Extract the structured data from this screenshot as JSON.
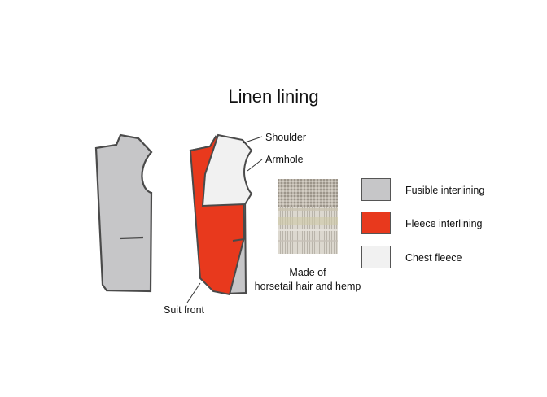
{
  "title": "Linen lining",
  "callouts": {
    "shoulder": "Shoulder",
    "armhole": "Armhole",
    "suit_front": "Suit front"
  },
  "sample_caption": {
    "line1": "Made of",
    "line2": "horsetail hair and hemp"
  },
  "legend": [
    {
      "label": "Fusible interlining",
      "color": "#c6c6c8"
    },
    {
      "label": "Fleece interlining",
      "color": "#e8391d"
    },
    {
      "label": "Chest fleece",
      "color": "#f1f1f1"
    }
  ],
  "colors": {
    "outline": "#4a4a4a",
    "fusible": "#c6c6c8",
    "fleece": "#e8391d",
    "chest": "#f1f1f1"
  }
}
